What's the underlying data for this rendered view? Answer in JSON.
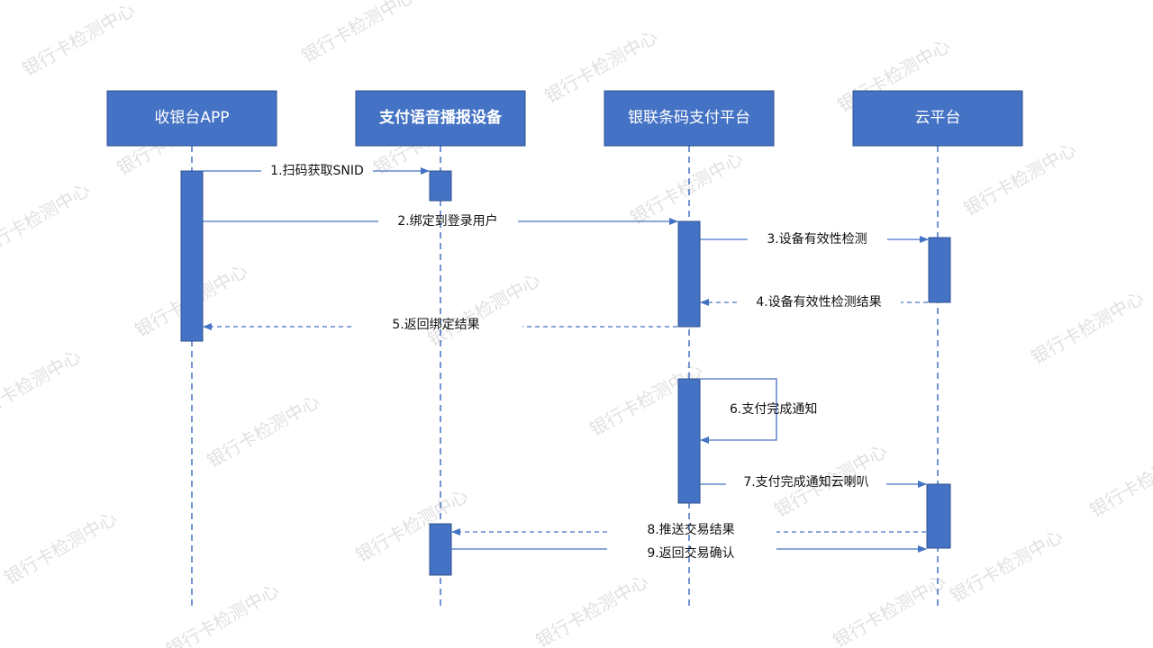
{
  "actors": [
    {
      "id": "cashier",
      "label": "收银台APP",
      "bold": false
    },
    {
      "id": "speaker",
      "label": "支付语音播报设备",
      "bold": true
    },
    {
      "id": "unionpay",
      "label": "银联条码支付平台",
      "bold": false
    },
    {
      "id": "cloud",
      "label": "云平台",
      "bold": false
    }
  ],
  "messages": [
    {
      "label": "1.扫码获取SNID",
      "from": "cashier",
      "to": "speaker",
      "style": "solid"
    },
    {
      "label": "2.绑定到登录用户",
      "from": "cashier",
      "to": "unionpay",
      "style": "solid"
    },
    {
      "label": "3.设备有效性检测",
      "from": "unionpay",
      "to": "cloud",
      "style": "solid"
    },
    {
      "label": "4.设备有效性检测结果",
      "from": "cloud",
      "to": "unionpay",
      "style": "dashed"
    },
    {
      "label": "5.返回绑定结果",
      "from": "unionpay",
      "to": "cashier",
      "style": "dashed"
    },
    {
      "label": "6.支付完成通知",
      "from": "unionpay",
      "to": "unionpay",
      "style": "solid"
    },
    {
      "label": "7.支付完成通知云喇叭",
      "from": "unionpay",
      "to": "cloud",
      "style": "solid"
    },
    {
      "label": "8.推送交易结果",
      "from": "cloud",
      "to": "speaker",
      "style": "dashed"
    },
    {
      "label": "9.返回交易确认",
      "from": "speaker",
      "to": "cloud",
      "style": "solid"
    }
  ],
  "watermark": {
    "text": "银行卡检测中心",
    "color": "#c8c8c8"
  },
  "colors": {
    "actor_fill": "#4472c4",
    "line": "#4472c4",
    "text": "#111111"
  }
}
